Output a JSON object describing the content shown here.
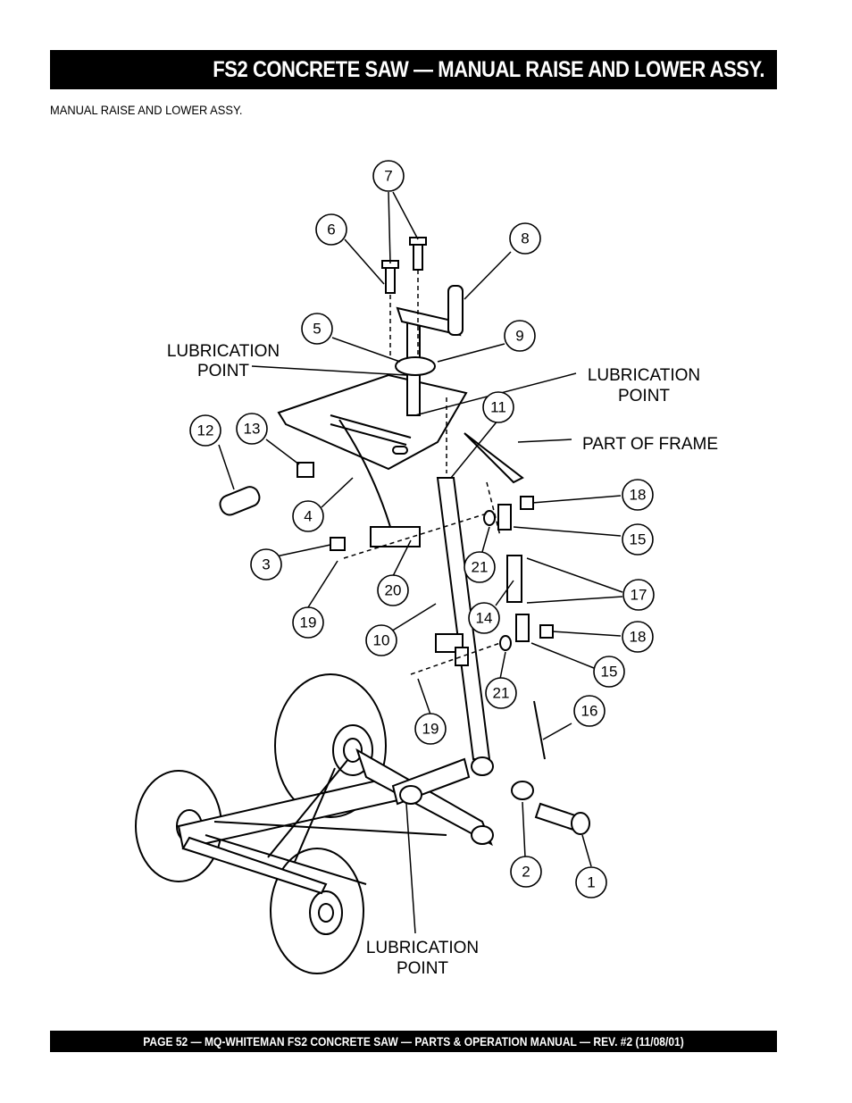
{
  "header": {
    "title": "FS2 CONCRETE SAW — MANUAL RAISE AND LOWER ASSY."
  },
  "subtitle": "MANUAL RAISE AND LOWER ASSY.",
  "diagram": {
    "callouts": {
      "c1": "1",
      "c2": "2",
      "c3": "3",
      "c4": "4",
      "c5": "5",
      "c6": "6",
      "c7": "7",
      "c8": "8",
      "c9": "9",
      "c10": "10",
      "c11": "11",
      "c12": "12",
      "c13": "13",
      "c14": "14",
      "c15a": "15",
      "c15b": "15",
      "c16": "16",
      "c17": "17",
      "c18a": "18",
      "c18b": "18",
      "c19a": "19",
      "c19b": "19",
      "c20": "20",
      "c21a": "21",
      "c21b": "21"
    },
    "labels": {
      "lube_left_1": "LUBRICATION",
      "lube_left_2": "POINT",
      "lube_right_1": "LUBRICATION",
      "lube_right_2": "POINT",
      "part_of_frame": "PART OF FRAME",
      "lube_bottom_1": "LUBRICATION",
      "lube_bottom_2": "POINT"
    }
  },
  "footer": {
    "text": "PAGE 52 — MQ-WHITEMAN FS2 CONCRETE SAW — PARTS & OPERATION MANUAL — REV. #2 (11/08/01)"
  }
}
